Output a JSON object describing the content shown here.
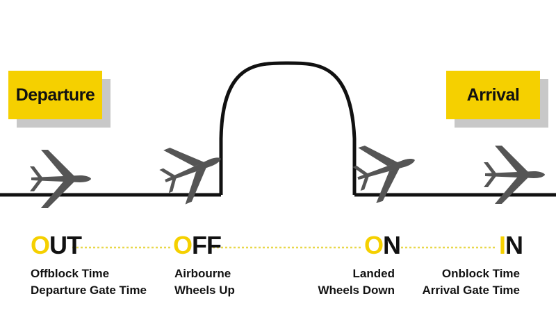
{
  "labels": {
    "departure": "Departure",
    "arrival": "Arrival"
  },
  "stages": [
    {
      "first_letter": "O",
      "rest": "UT",
      "lines": [
        "Offblock Time",
        "Departure Gate Time"
      ]
    },
    {
      "first_letter": "O",
      "rest": "FF",
      "lines": [
        "Airbourne",
        "Wheels Up"
      ]
    },
    {
      "first_letter": "O",
      "rest": "N",
      "lines": [
        "Landed",
        "Wheels Down"
      ]
    },
    {
      "first_letter": "I",
      "rest": "N",
      "lines": [
        "Onblock Time",
        "Arrival Gate Time"
      ]
    }
  ],
  "icons": [
    "airplane-icon",
    "airplane-icon",
    "airplane-icon",
    "airplane-icon"
  ],
  "colors": {
    "accent": "#f5d000",
    "shadow": "#c8c8c8",
    "ink": "#111111",
    "plane": "#555555",
    "dots": "#e8d84a"
  }
}
